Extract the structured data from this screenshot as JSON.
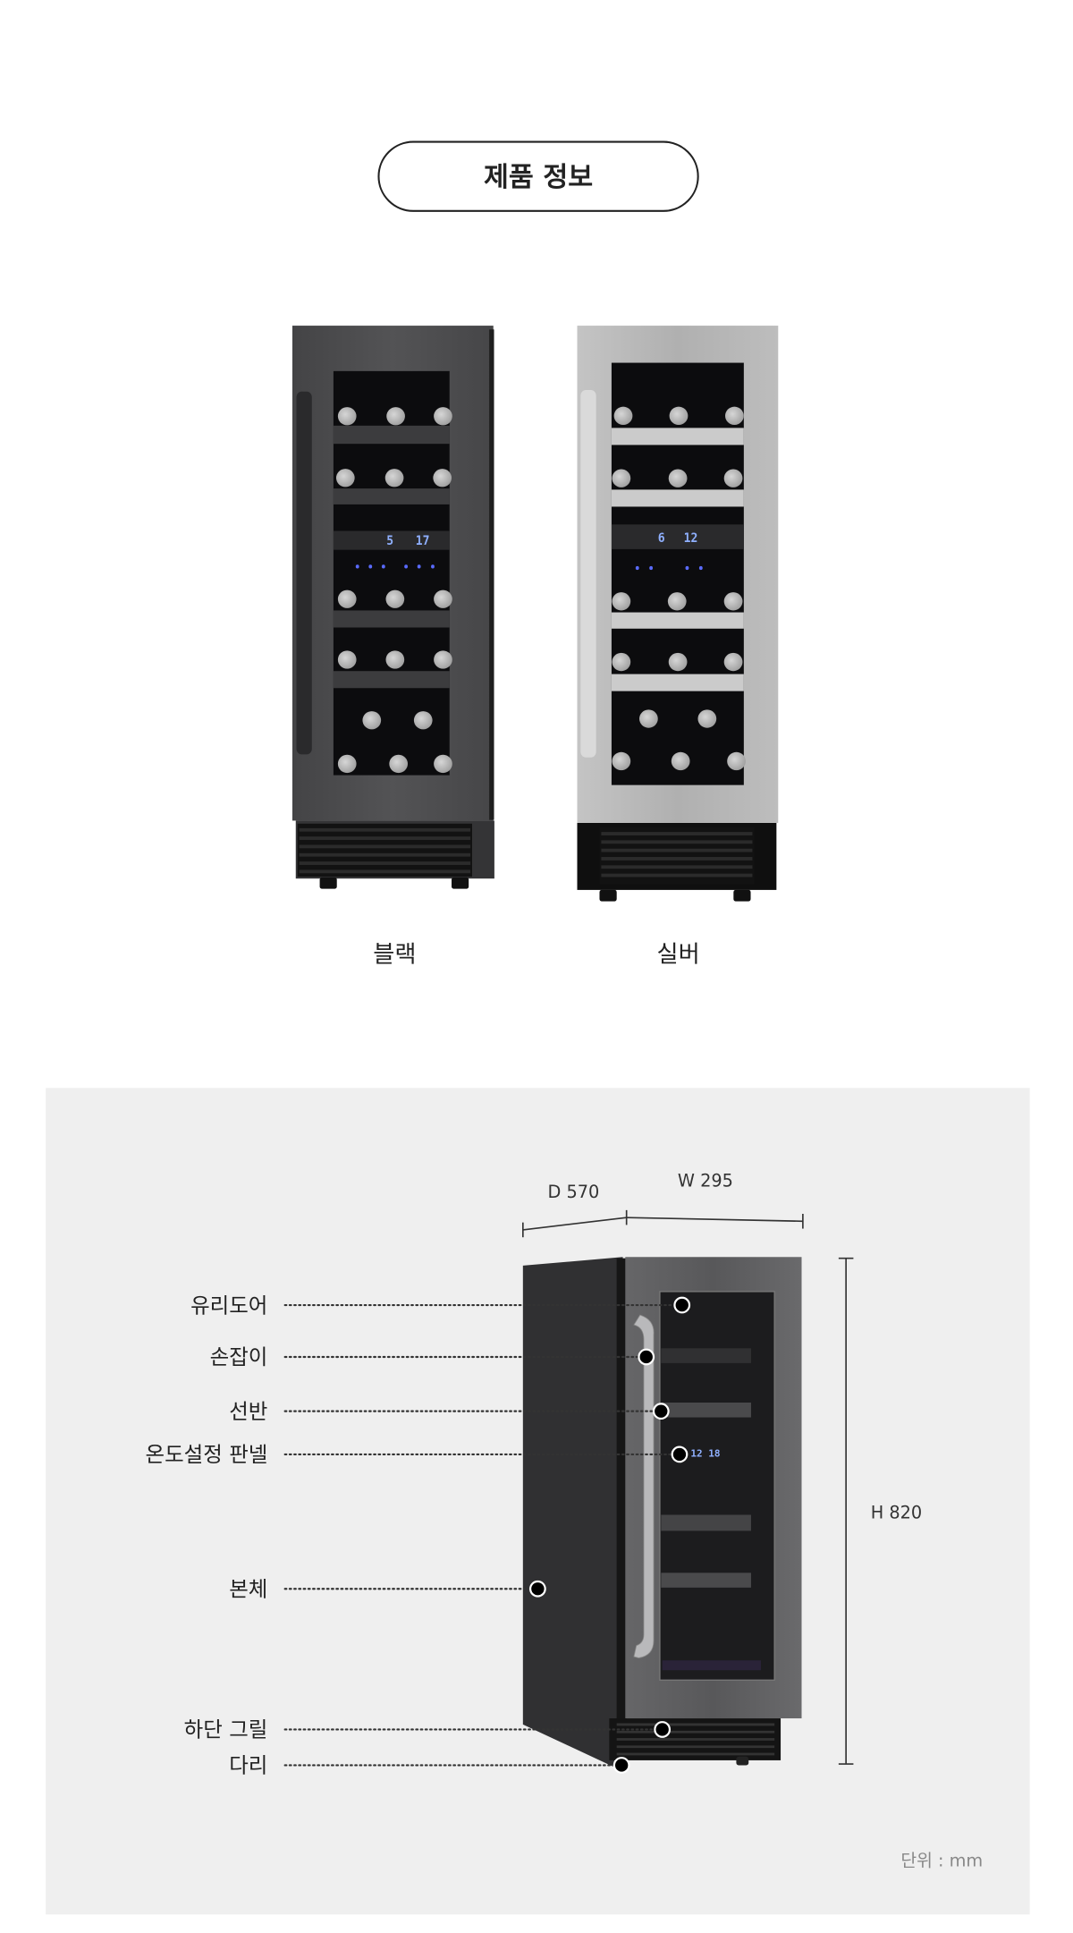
{
  "header": {
    "title": "제품 정보"
  },
  "variants": [
    {
      "label": "블랙",
      "display": [
        "5",
        "17"
      ]
    },
    {
      "label": "실버",
      "display": [
        "6",
        "12"
      ]
    }
  ],
  "diagram": {
    "dimensions": {
      "depth": "D 570",
      "width": "W 295",
      "height": "H 820"
    },
    "display": "12  18",
    "parts": [
      {
        "label": "유리도어"
      },
      {
        "label": "손잡이"
      },
      {
        "label": "선반"
      },
      {
        "label": "온도설정 판넬"
      },
      {
        "label": "본체"
      },
      {
        "label": "하단 그릴"
      },
      {
        "label": "다리"
      }
    ],
    "unit": "단위 : mm"
  },
  "colors": {
    "panel_bg": "#efefef",
    "text": "#222222",
    "unit_text": "#888888"
  }
}
